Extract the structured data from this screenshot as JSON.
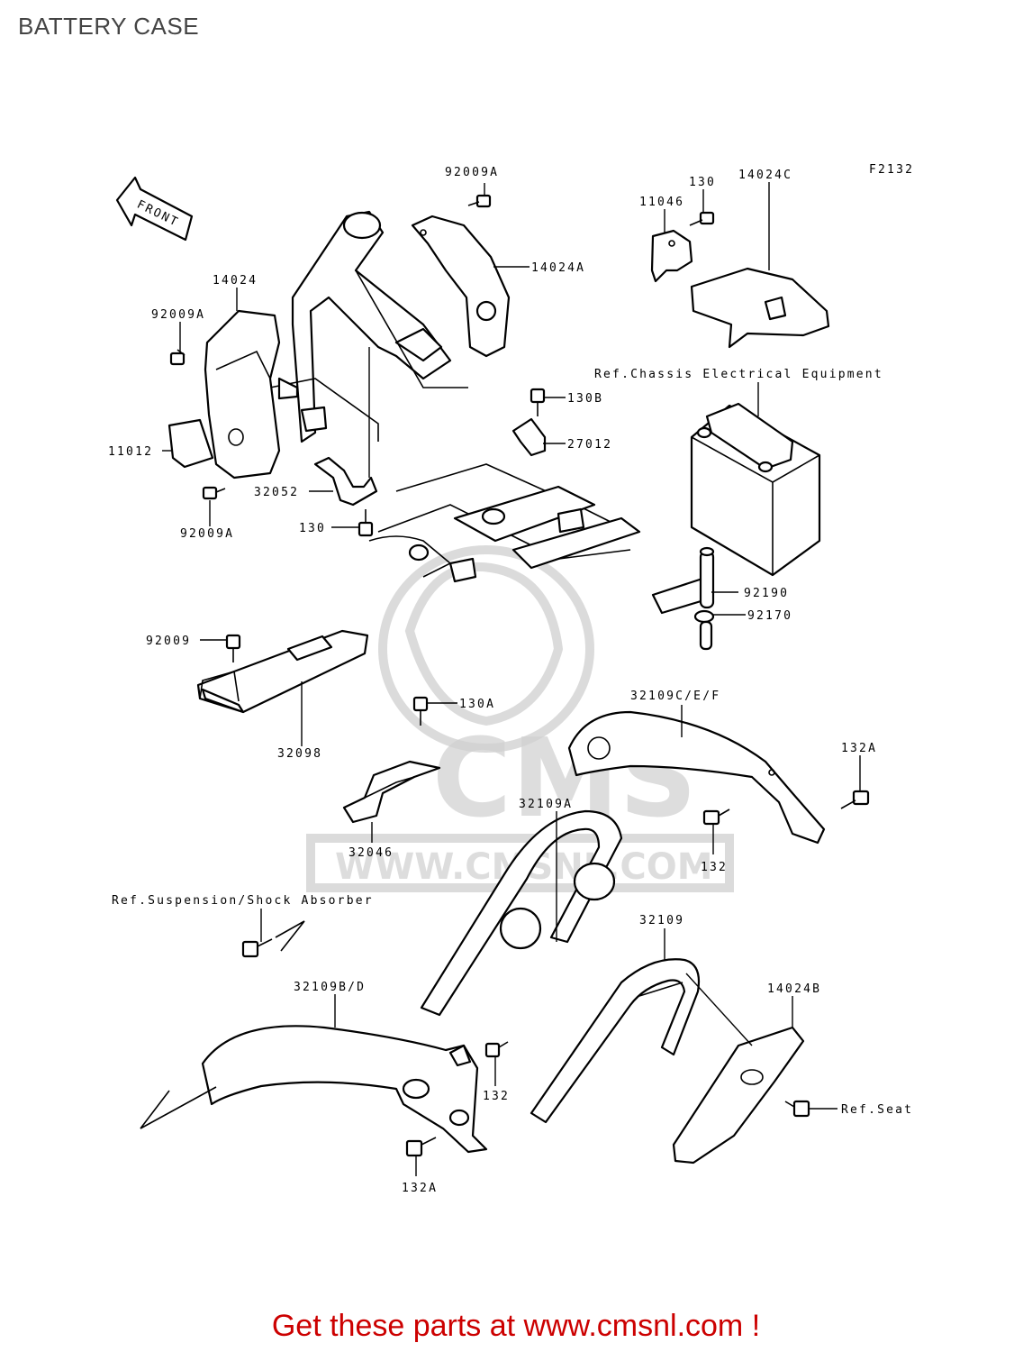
{
  "page": {
    "title": "BATTERY CASE",
    "footer": "Get these parts at www.cmsnl.com !"
  },
  "diagram": {
    "figure_code": "F2132",
    "front_label": "FRONT",
    "watermark": {
      "brand": "CMS",
      "url": "WWW.CMSNL.COM"
    },
    "labels": {
      "l_92009A_top": "92009A",
      "l_130_top": "130",
      "l_11046": "11046",
      "l_14024C": "14024C",
      "l_14024A": "14024A",
      "l_14024": "14024",
      "l_92009A_left": "92009A",
      "l_ref_chassis": "Ref.Chassis Electrical Equipment",
      "l_130B": "130B",
      "l_27012": "27012",
      "l_11012": "11012",
      "l_32052": "32052",
      "l_92009A_low": "92009A",
      "l_130_mid": "130",
      "l_92190": "92190",
      "l_92170": "92170",
      "l_92009": "92009",
      "l_32098": "32098",
      "l_32109CEF": "32109C/E/F",
      "l_130A": "130A",
      "l_132A_right": "132A",
      "l_32109A": "32109A",
      "l_132_mid": "132",
      "l_32046": "32046",
      "l_ref_suspension": "Ref.Suspension/Shock Absorber",
      "l_32109": "32109",
      "l_32109BD": "32109B/D",
      "l_14024B": "14024B",
      "l_132_low": "132",
      "l_ref_seat": "Ref.Seat",
      "l_132A_bottom": "132A"
    }
  }
}
